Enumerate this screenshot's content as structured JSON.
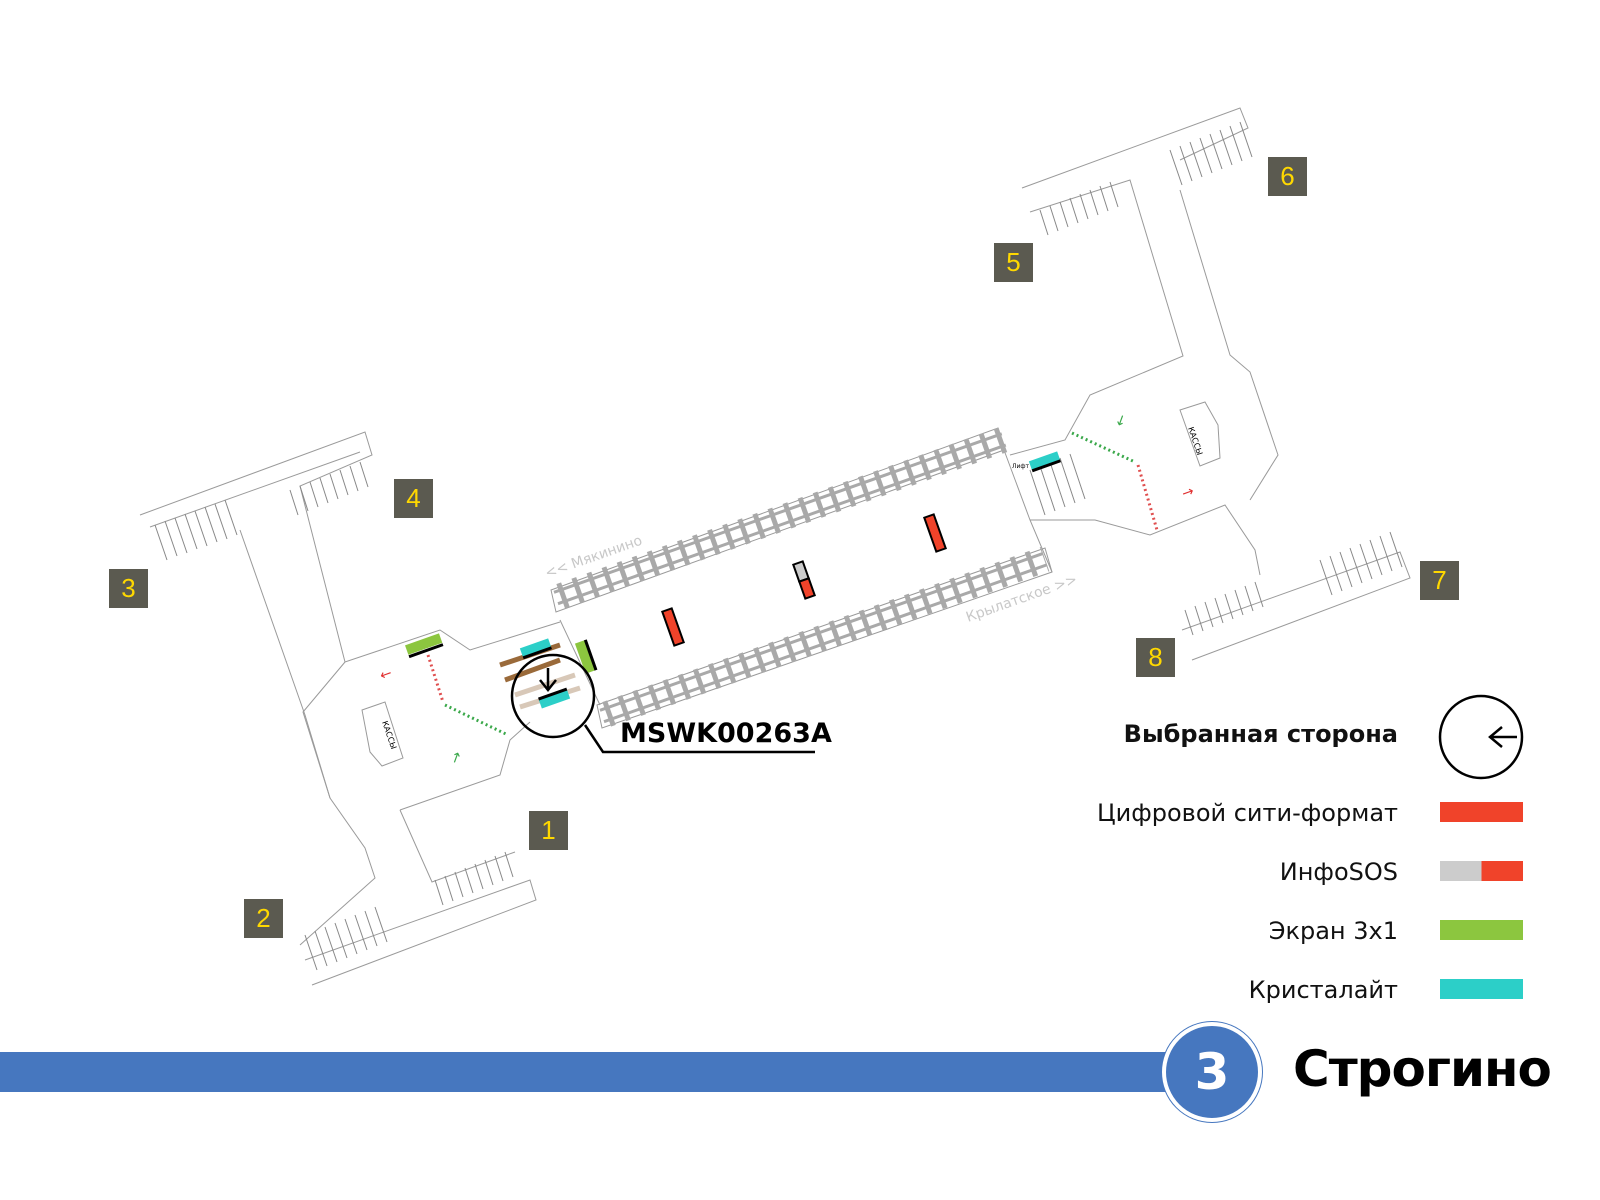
{
  "station": {
    "line_number": "3",
    "name": "Строгино",
    "line_color": "#4677bf"
  },
  "selected_marker": {
    "code": "MSWK00263A"
  },
  "directions": {
    "left": "<< Мякинино",
    "right": "Крылатское >>"
  },
  "kiosk_label": "КАССЫ",
  "small_label": "Лифт",
  "exits": [
    "1",
    "2",
    "3",
    "4",
    "5",
    "6",
    "7",
    "8"
  ],
  "legend": {
    "selected_side": "Выбранная сторона",
    "items": [
      {
        "label": "Цифровой сити-формат",
        "color": "#f0432a"
      },
      {
        "label": "ИнфоSOS",
        "color": "#f0432a",
        "color2": "#cccccc"
      },
      {
        "label": "Экран 3x1",
        "color": "#8cc63f"
      },
      {
        "label": "Кристалайт",
        "color": "#2ccfc8"
      }
    ]
  }
}
